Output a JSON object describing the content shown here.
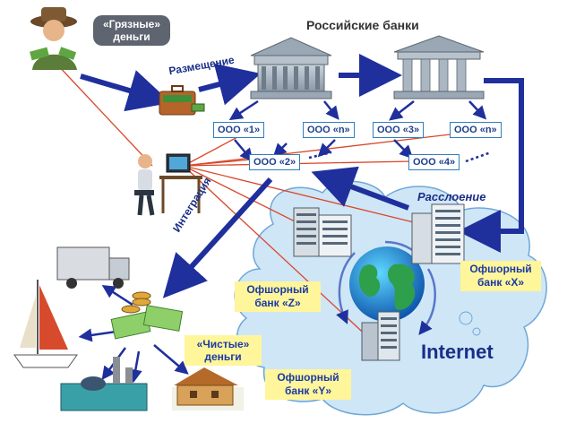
{
  "labels": {
    "dirty_money": "«Грязные»\nденьги",
    "placement": "Размещение",
    "russian_banks": "Российские банки",
    "layering": "Расслоение",
    "integration": "Интеграция",
    "clean_money": "«Чистые»\nденьги",
    "internet": "Internet"
  },
  "companies": {
    "ooo1": "ООО «1»",
    "ooon_a": "ООО «n»",
    "ooo3": "ООО «3»",
    "ooon_b": "ООО «n»",
    "ooo2": "ООО «2»",
    "ooo4": "ООО «4»"
  },
  "offshore": {
    "x": "Офшорный\nбанк «X»",
    "z": "Офшорный\nбанк «Z»",
    "y": "Офшорный\nбанк «Y»"
  },
  "colors": {
    "arrow_blue": "#1f2f9c",
    "red_line": "#d9482a",
    "cloud": "#cfe6f7",
    "label_yellow": "#fff59a",
    "label_text": "#1a3aa6"
  }
}
